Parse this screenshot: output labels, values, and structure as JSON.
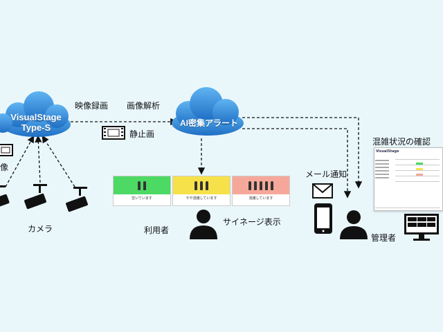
{
  "nodes": {
    "visualstage": {
      "line1": "VisualStage",
      "line2": "Type-S"
    },
    "ai_alert": {
      "label": "AI密集アラート"
    }
  },
  "labels": {
    "video_recording": "映像録画",
    "image_analysis": "画像解析",
    "still_image": "静止画",
    "camera": "カメラ",
    "partial_video": "像",
    "mail": "メール通知",
    "signage": "サイネージ表示",
    "user": "利用者",
    "admin": "管理者",
    "congestion_check": "混雑状況の確認"
  },
  "signage_panels": [
    {
      "caption": "空いています",
      "color": "#4cd964",
      "people": 2
    },
    {
      "caption": "やや混雑しています",
      "color": "#f7e14b",
      "people": 3
    },
    {
      "caption": "混雑しています",
      "color": "#f5a89a",
      "people": 5
    }
  ],
  "monitor": {
    "title": "VisualStage"
  },
  "colors": {
    "cloud": "#2e8ee0",
    "background": "#e9f7fb",
    "icon": "#111111"
  }
}
